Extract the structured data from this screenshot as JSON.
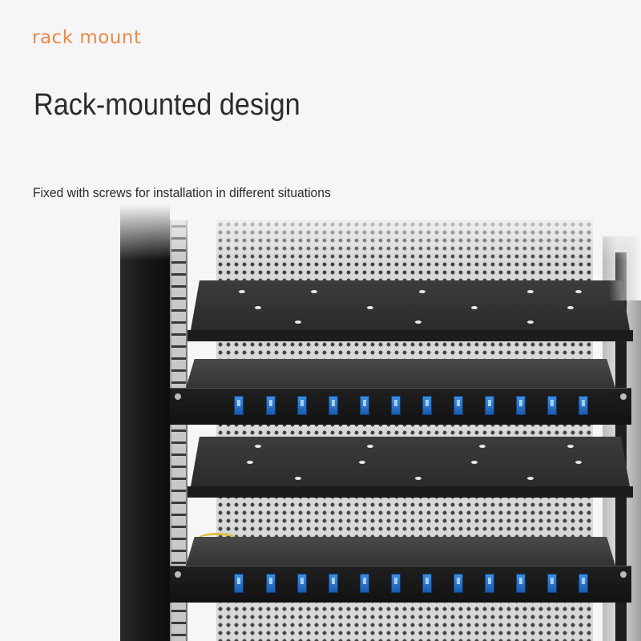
{
  "header": {
    "tag": "rack mount",
    "headline": "Rack-mounted design",
    "subline": "Fixed with screws for installation in different situations"
  },
  "photo": {
    "description_icon": "server-rack-photo",
    "panels": [
      {
        "ports": 12
      },
      {
        "ports": 12
      }
    ]
  },
  "colors": {
    "accent": "#e98a45",
    "port_blue": "#2a78d0",
    "cabinet": "#1a1a1a"
  }
}
